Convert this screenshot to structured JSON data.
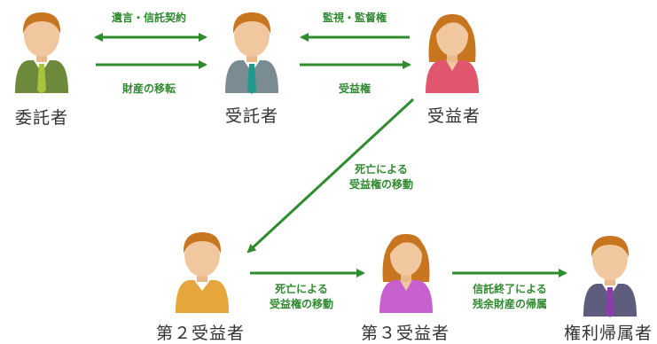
{
  "colors": {
    "arrow": "#2e8b2e",
    "label_text": "#2f8a2f",
    "skin": "#f1c79f",
    "hair": "#c7761f"
  },
  "people": {
    "settlor": {
      "name": "委託者",
      "suit": "#6d8a3c",
      "tie": "#a6c53b"
    },
    "trustee": {
      "name": "受託者",
      "suit": "#7b8b92",
      "tie": "#1f9a8c"
    },
    "beneficiary": {
      "name": "受益者",
      "suit": "#e0566e",
      "tie": ""
    },
    "beneficiary2": {
      "name": "第２受益者",
      "suit": "#e6a63c",
      "tie": ""
    },
    "beneficiary3": {
      "name": "第３受益者",
      "suit": "#c760cf",
      "tie": ""
    },
    "right_holder": {
      "name": "権利帰属者",
      "suit": "#5e5c7d",
      "tie": "#8a3fa8"
    }
  },
  "flows": {
    "will_trust_contract": "遺言・信託契約",
    "property_transfer": "財産の移転",
    "supervision": "監視・監督権",
    "beneficial_right": "受益権",
    "transfer_by_death_1": [
      "死亡による",
      "受益権の移動"
    ],
    "transfer_by_death_2": [
      "死亡による",
      "受益権の移動"
    ],
    "trust_end": [
      "信託終了による",
      "残余財産の帰属"
    ]
  }
}
